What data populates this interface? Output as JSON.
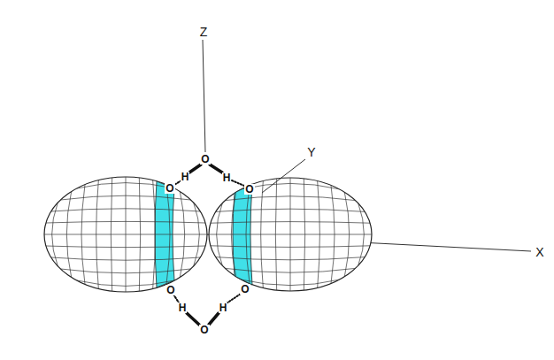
{
  "diagram": {
    "labels": [
      "Z",
      "Y",
      "X",
      "O",
      "H",
      "H",
      "O",
      "O",
      "O",
      "O",
      "H",
      "H",
      "O"
    ]
  }
}
